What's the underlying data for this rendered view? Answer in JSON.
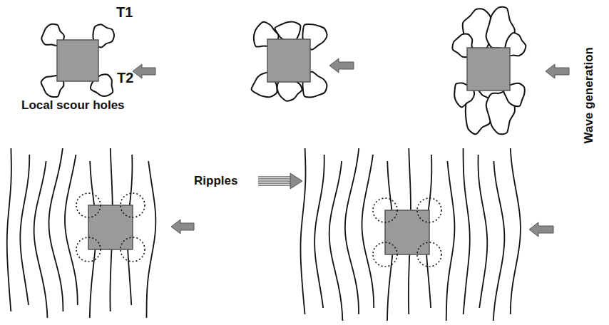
{
  "diagram": {
    "labels": [
      "T1",
      "T2",
      "Local scour holes",
      "Ripples",
      "Wave generation"
    ]
  }
}
